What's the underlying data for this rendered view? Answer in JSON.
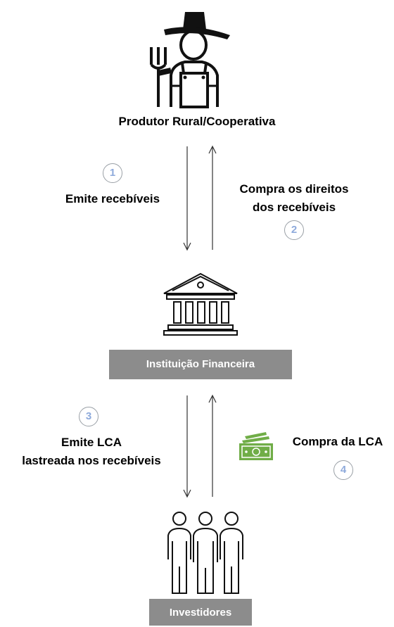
{
  "nodes": {
    "producer": "Produtor Rural/Cooperativa",
    "bank": "Instituição Financeira",
    "investors": "Investidores"
  },
  "steps": {
    "s1": {
      "number": "1",
      "text": "Emite recebíveis"
    },
    "s2": {
      "number": "2",
      "line1": "Compra os direitos",
      "line2": "dos recebíveis"
    },
    "s3": {
      "number": "3",
      "line1": "Emite LCA",
      "line2": "lastreada nos recebíveis"
    },
    "s4": {
      "number": "4",
      "text": "Compra da LCA"
    }
  },
  "icons": {
    "producer": "farmer-with-pitchfork-icon",
    "bank": "bank-building-icon",
    "money": "money-bills-icon",
    "investors": "people-group-icon"
  },
  "colors": {
    "step_number": "#8eaadb",
    "step_circle": "#9aa0a6",
    "box_fill": "#8c8c8c",
    "money_green": "#70ad47"
  }
}
